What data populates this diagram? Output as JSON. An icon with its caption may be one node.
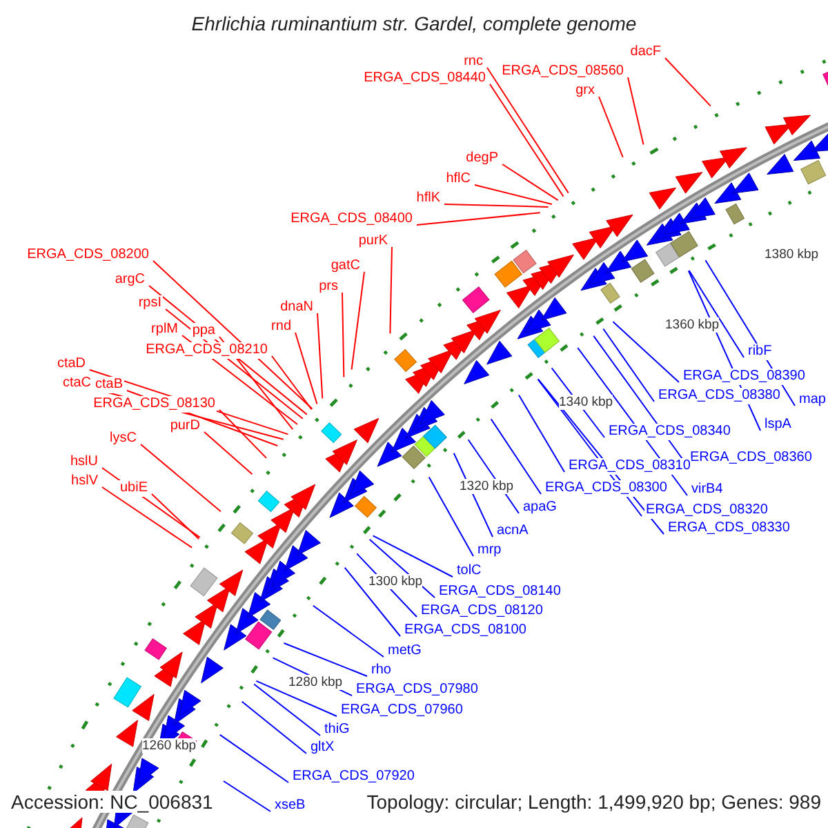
{
  "diagram": {
    "title": "Ehrlichia ruminantium str. Gardel, complete genome",
    "nodes": [
      {
        "text": [
          "rnc"
        ]
      },
      {
        "text": [
          "ERGA_CDS_08440"
        ]
      },
      {
        "text": [
          "ERGA_CDS_08560"
        ]
      },
      {
        "text": [
          "dacF"
        ]
      },
      {
        "text": [
          "grx"
        ]
      },
      {
        "text": [
          "degP"
        ]
      },
      {
        "text": [
          "hflC"
        ]
      },
      {
        "text": [
          "hflK"
        ]
      },
      {
        "text": [
          "ERGA_CDS_08400"
        ]
      },
      {
        "text": [
          "purK"
        ]
      },
      {
        "text": [
          "gatC"
        ]
      },
      {
        "text": [
          "prs"
        ]
      },
      {
        "text": [
          "dnaN"
        ]
      },
      {
        "text": [
          "rnd"
        ]
      },
      {
        "text": [
          "ERGA_CDS_08200"
        ]
      },
      {
        "text": [
          "argC"
        ]
      },
      {
        "text": [
          "rpsI"
        ]
      },
      {
        "text": [
          "rplM"
        ]
      },
      {
        "text": [
          "ppa"
        ]
      },
      {
        "text": [
          "ERGA_CDS_08210"
        ]
      },
      {
        "text": [
          "ctaD"
        ]
      },
      {
        "text": [
          "ctaC"
        ]
      },
      {
        "text": [
          "ctaB"
        ]
      },
      {
        "text": [
          "ERGA_CDS_08130"
        ]
      },
      {
        "text": [
          "purD"
        ]
      },
      {
        "text": [
          "lysC"
        ]
      },
      {
        "text": [
          "hslU"
        ]
      },
      {
        "text": [
          "hslV"
        ]
      },
      {
        "text": [
          "ubiE"
        ]
      },
      {
        "text": [
          "ribF"
        ]
      },
      {
        "text": [
          "ERGA_CDS_08390"
        ]
      },
      {
        "text": [
          "map"
        ]
      },
      {
        "text": [
          "ERGA_CDS_08380"
        ]
      },
      {
        "text": [
          "lspA"
        ]
      },
      {
        "text": [
          "ERGA_CDS_08340"
        ]
      },
      {
        "text": [
          "ERGA_CDS_08360"
        ]
      },
      {
        "text": [
          "ERGA_CDS_08310"
        ]
      },
      {
        "text": [
          "virB4"
        ]
      },
      {
        "text": [
          "ERGA_CDS_08300"
        ]
      },
      {
        "text": [
          "ERGA_CDS_08320"
        ]
      },
      {
        "text": [
          "ERGA_CDS_08330"
        ]
      },
      {
        "text": [
          "apaG"
        ]
      },
      {
        "text": [
          "acnA"
        ]
      },
      {
        "text": [
          "mrp"
        ]
      },
      {
        "text": [
          "tolC"
        ]
      },
      {
        "text": [
          "ERGA_CDS_08140"
        ]
      },
      {
        "text": [
          "ERGA_CDS_08120"
        ]
      },
      {
        "text": [
          "ERGA_CDS_08100"
        ]
      },
      {
        "text": [
          "metG"
        ]
      },
      {
        "text": [
          "rho"
        ]
      },
      {
        "text": [
          "ERGA_CDS_07980"
        ]
      },
      {
        "text": [
          "ERGA_CDS_07960"
        ]
      },
      {
        "text": [
          "thiG"
        ]
      },
      {
        "text": [
          "gltX"
        ]
      },
      {
        "text": [
          "ERGA_CDS_07920"
        ]
      },
      {
        "text": [
          "xseB"
        ]
      }
    ],
    "edges": [
      {
        "from": 0,
        "to": null,
        "arrow": "none"
      },
      {
        "from": 1,
        "to": null,
        "arrow": "none"
      },
      {
        "from": 2,
        "to": null,
        "arrow": "none"
      },
      {
        "from": 3,
        "to": null,
        "arrow": "none"
      },
      {
        "from": 4,
        "to": null,
        "arrow": "none"
      },
      {
        "from": 5,
        "to": null,
        "arrow": "none"
      },
      {
        "from": 6,
        "to": null,
        "arrow": "none"
      },
      {
        "from": 7,
        "to": null,
        "arrow": "none"
      },
      {
        "from": 8,
        "to": null,
        "arrow": "none"
      },
      {
        "from": 9,
        "to": null,
        "arrow": "none"
      },
      {
        "from": 10,
        "to": null,
        "arrow": "none"
      },
      {
        "from": 11,
        "to": null,
        "arrow": "none"
      },
      {
        "from": 12,
        "to": null,
        "arrow": "none"
      },
      {
        "from": 13,
        "to": null,
        "arrow": "none"
      },
      {
        "from": 14,
        "to": null,
        "arrow": "none"
      },
      {
        "from": 15,
        "to": null,
        "arrow": "none"
      },
      {
        "from": 16,
        "to": null,
        "arrow": "none"
      },
      {
        "from": 17,
        "to": null,
        "arrow": "none"
      },
      {
        "from": 18,
        "to": null,
        "arrow": "none"
      },
      {
        "from": 19,
        "to": null,
        "arrow": "none"
      },
      {
        "from": 20,
        "to": null,
        "arrow": "none"
      },
      {
        "from": 21,
        "to": null,
        "arrow": "none"
      },
      {
        "from": 22,
        "to": null,
        "arrow": "none"
      },
      {
        "from": 23,
        "to": null,
        "arrow": "none"
      },
      {
        "from": 24,
        "to": null,
        "arrow": "none"
      },
      {
        "from": 25,
        "to": null,
        "arrow": "none"
      },
      {
        "from": 26,
        "to": null,
        "arrow": "none"
      },
      {
        "from": 27,
        "to": null,
        "arrow": "none"
      },
      {
        "from": 28,
        "to": null,
        "arrow": "none"
      },
      {
        "from": 29,
        "to": null,
        "arrow": "none",
        "color": "#0000ff"
      },
      {
        "from": 30,
        "to": null,
        "arrow": "none",
        "color": "#0000ff"
      },
      {
        "from": 31,
        "to": null,
        "arrow": "none",
        "color": "#0000ff"
      },
      {
        "from": 32,
        "to": null,
        "arrow": "none",
        "color": "#0000ff"
      },
      {
        "from": 33,
        "to": null,
        "arrow": "none",
        "color": "#0000ff"
      },
      {
        "from": 34,
        "to": null,
        "arrow": "none",
        "color": "#0000ff"
      },
      {
        "from": 35,
        "to": null,
        "arrow": "none",
        "color": "#0000ff"
      },
      {
        "from": 36,
        "to": null,
        "arrow": "none",
        "color": "#0000ff"
      },
      {
        "from": 37,
        "to": null,
        "arrow": "none",
        "color": "#0000ff"
      },
      {
        "from": 38,
        "to": null,
        "arrow": "none",
        "color": "#0000ff"
      },
      {
        "from": 39,
        "to": null,
        "arrow": "none",
        "color": "#0000ff"
      },
      {
        "from": 40,
        "to": null,
        "arrow": "none",
        "color": "#0000ff"
      },
      {
        "from": 41,
        "to": null,
        "arrow": "none",
        "color": "#0000ff"
      },
      {
        "from": 42,
        "to": null,
        "arrow": "none",
        "color": "#0000ff"
      },
      {
        "from": 43,
        "to": null,
        "arrow": "none",
        "color": "#0000ff"
      },
      {
        "from": 44,
        "to": null,
        "arrow": "none",
        "color": "#0000ff"
      },
      {
        "from": 45,
        "to": null,
        "arrow": "none",
        "color": "#0000ff"
      },
      {
        "from": 46,
        "to": null,
        "arrow": "none",
        "color": "#0000ff"
      },
      {
        "from": 47,
        "to": null,
        "arrow": "none",
        "color": "#0000ff"
      },
      {
        "from": 48,
        "to": null,
        "arrow": "none",
        "color": "#0000ff"
      },
      {
        "from": 49,
        "to": null,
        "arrow": "none",
        "color": "#0000ff"
      },
      {
        "from": 50,
        "to": null,
        "arrow": "none",
        "color": "#0000ff"
      },
      {
        "from": 51,
        "to": null,
        "arrow": "none",
        "color": "#0000ff"
      },
      {
        "from": 52,
        "to": null,
        "arrow": "none",
        "color": "#0000ff"
      },
      {
        "from": 53,
        "to": null,
        "arrow": "none",
        "color": "#0000ff"
      },
      {
        "from": 54,
        "to": null,
        "arrow": "none",
        "color": "#0000ff"
      },
      {
        "from": 55,
        "to": null,
        "arrow": "none",
        "color": "#0000ff"
      }
    ],
    "labels": [
      "1380 kbp",
      "1360 kbp",
      "1340 kbp",
      "1320 kbp",
      "1300 kbp",
      "1280 kbp",
      "1260 kbp",
      "Accession: NC_006831",
      "Topology: circular; Length: 1,499,920 bp; Genes: 989"
    ]
  }
}
